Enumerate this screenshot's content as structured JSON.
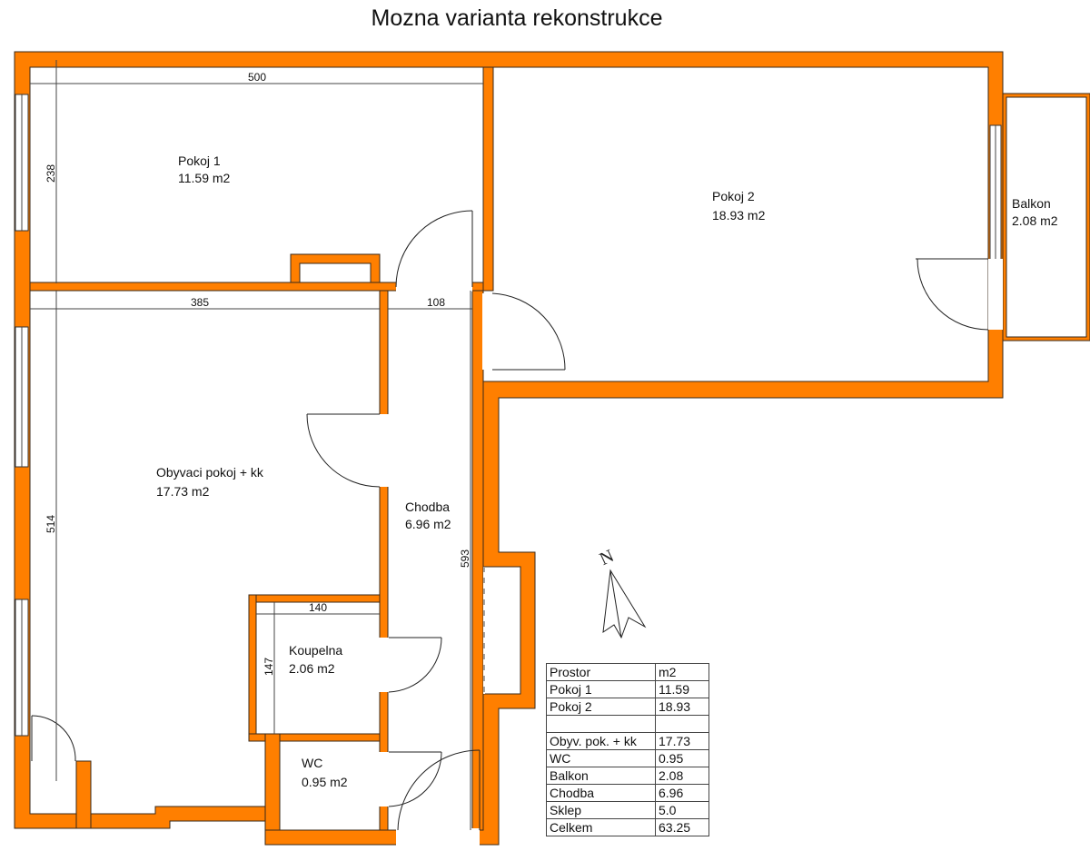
{
  "title": "Mozna varianta rekonstrukce",
  "colors": {
    "wall": "#ff7f00",
    "outline": "#3a2a1a",
    "background": "#ffffff"
  },
  "rooms": [
    {
      "name": "Pokoj 1",
      "area": "11.59 m2"
    },
    {
      "name": "Pokoj 2",
      "area": "18.93 m2"
    },
    {
      "name": "Balkon",
      "area": "2.08 m2"
    },
    {
      "name": "Obyvaci pokoj + kk",
      "area": "17.73 m2"
    },
    {
      "name": "Chodba",
      "area": "6.96 m2"
    },
    {
      "name": "Koupelna",
      "area": "2.06 m2"
    },
    {
      "name": "WC",
      "area": "0.95 m2"
    }
  ],
  "dimensions": [
    "500",
    "238",
    "385",
    "108",
    "514",
    "593",
    "140",
    "147"
  ],
  "north_label": "N",
  "compass_icon": "north-arrow-icon",
  "area_table": {
    "header": {
      "room": "Prostor",
      "unit": "m2"
    },
    "rows": [
      {
        "room": "Pokoj 1",
        "value": "11.59"
      },
      {
        "room": "Pokoj 2",
        "value": "18.93"
      },
      {
        "room": "",
        "value": ""
      },
      {
        "room": "Obyv. pok. + kk",
        "value": "17.73"
      },
      {
        "room": "WC",
        "value": "0.95"
      },
      {
        "room": "Balkon",
        "value": "2.08"
      },
      {
        "room": "Chodba",
        "value": "6.96"
      },
      {
        "room": "Sklep",
        "value": "5.0"
      },
      {
        "room": "Celkem",
        "value": "63.25"
      }
    ]
  }
}
